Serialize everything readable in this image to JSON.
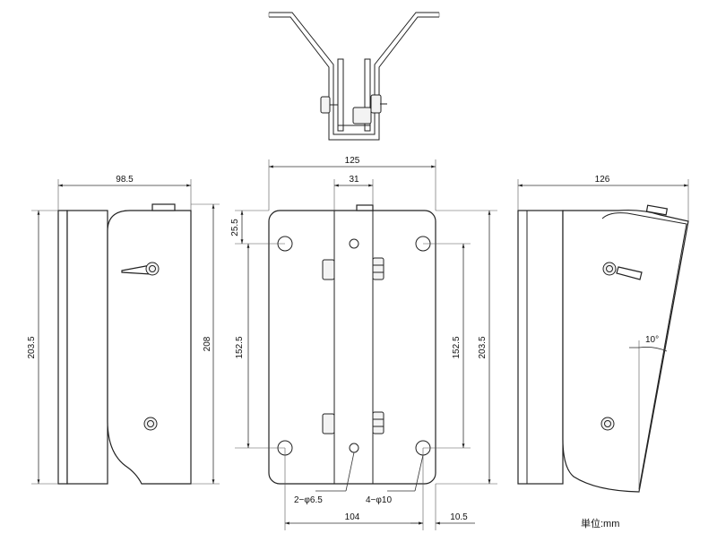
{
  "units_label": "単位:mm",
  "side_view_left": {
    "width_dim": "98.5",
    "height_left_dim": "203.5",
    "height_right_dim": "208"
  },
  "front_view": {
    "width_dim": "125",
    "center_width_dim": "31",
    "top_offset_dim": "25.5",
    "hole_pitch_left_dim": "152.5",
    "hole_pitch_right_dim": "152.5",
    "height_dim": "203.5",
    "bottom_width_dim": "104",
    "edge_offset_dim": "10.5",
    "hole_callout_small": "2−φ6.5",
    "hole_callout_large": "4−φ10"
  },
  "side_view_right": {
    "width_dim": "126",
    "angle_dim": "10°"
  }
}
